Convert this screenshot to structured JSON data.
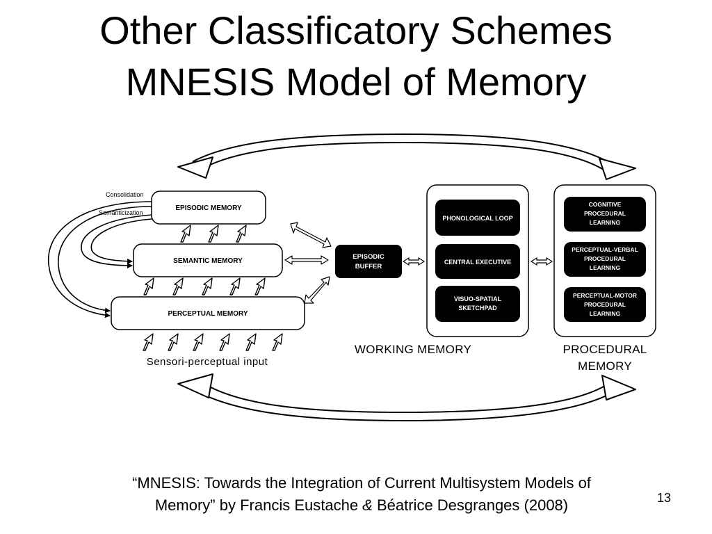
{
  "slide": {
    "title_line1": "Other Classificatory Schemes",
    "title_line2": "MNESIS Model of Memory",
    "caption_line1": "“MNESIS: Towards the Integration of Current Multisystem Models of",
    "caption_line2_a": "Memory” by Francis Eustache ",
    "caption_line2_amp": "&",
    "caption_line2_b": " Béatrice Desgranges (2008)",
    "page_number": "13"
  },
  "diagram": {
    "episodic_memory": "EPISODIC MEMORY",
    "semantic_memory": "SEMANTIC MEMORY",
    "perceptual_memory": "PERCEPTUAL MEMORY",
    "consolidation": "Consolidation",
    "semanticization": "Semanticization",
    "sensori_input": "Sensori-perceptual input",
    "episodic_buffer_1": "EPISODIC",
    "episodic_buffer_2": "BUFFER",
    "phonological_loop": "PHONOLOGICAL LOOP",
    "central_executive": "CENTRAL EXECUTIVE",
    "visuo_spatial_1": "VISUO-SPATIAL",
    "visuo_spatial_2": "SKETCHPAD",
    "working_memory": "WORKING MEMORY",
    "cognitive_1": "COGNITIVE",
    "cognitive_2": "PROCEDURAL",
    "cognitive_3": "LEARNING",
    "perc_verbal_1": "PERCEPTUAL-VERBAL",
    "perc_verbal_2": "PROCEDURAL",
    "perc_verbal_3": "LEARNING",
    "perc_motor_1": "PERCEPTUAL-MOTOR",
    "perc_motor_2": "PROCEDURAL",
    "perc_motor_3": "LEARNING",
    "procedural_1": "PROCEDURAL",
    "procedural_2": "MEMORY"
  }
}
